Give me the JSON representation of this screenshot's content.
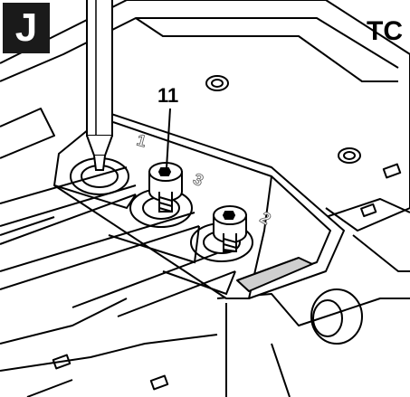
{
  "figure": {
    "step_letter": "J",
    "mode_label": "TC",
    "callout_number": "11",
    "slot_numbers": [
      "1",
      "3",
      "2"
    ]
  },
  "colors": {
    "ink": "#000000",
    "badge_bg": "#1a1a1a",
    "badge_text": "#ffffff",
    "part_fill": "#ffffff",
    "shade": "#cfcfcf"
  }
}
